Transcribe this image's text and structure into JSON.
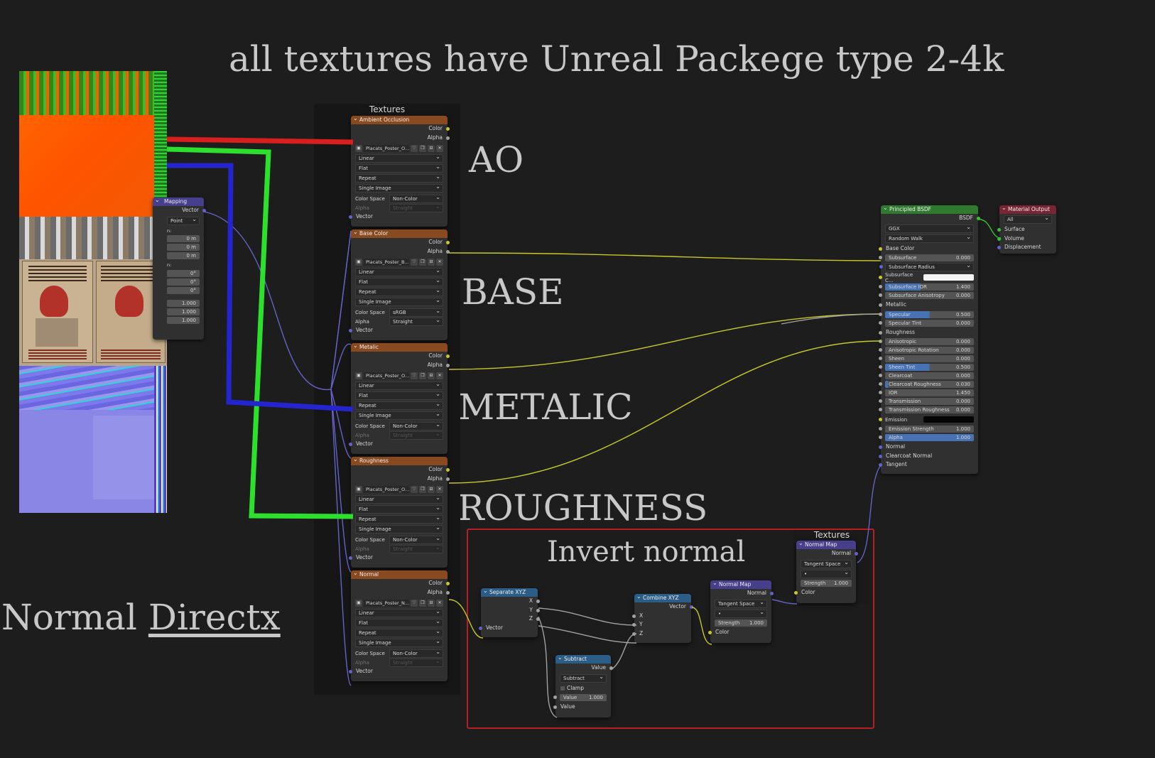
{
  "annotations": {
    "heading": "all textures have Unreal Packege type 2-4k",
    "ao": "AO",
    "base": "BASE",
    "metalic": "METALIC",
    "roughness": "ROUGHNESS",
    "invert_normal": "Invert normal",
    "normal_directx_prefix": "Normal ",
    "normal_directx_link": "Directx"
  },
  "frames": {
    "textures_main": "Textures",
    "textures_small": "Textures"
  },
  "image_nodes": [
    {
      "title": "Ambient Occlusion",
      "image": "Placats_Poster_O...",
      "interp": "Linear",
      "proj": "Flat",
      "ext": "Repeat",
      "source": "Single Image",
      "colorspace": "Non-Color",
      "alpha": "Straight"
    },
    {
      "title": "Base Color",
      "image": "Placats_Poster_B...",
      "interp": "Linear",
      "proj": "Flat",
      "ext": "Repeat",
      "source": "Single Image",
      "colorspace": "sRGB",
      "alpha": "Straight"
    },
    {
      "title": "Metalic",
      "image": "Placats_Poster_O...",
      "interp": "Linear",
      "proj": "Flat",
      "ext": "Repeat",
      "source": "Single Image",
      "colorspace": "Non-Color",
      "alpha": "Straight"
    },
    {
      "title": "Roughness",
      "image": "Placats_Poster_O...",
      "interp": "Linear",
      "proj": "Flat",
      "ext": "Repeat",
      "source": "Single Image",
      "colorspace": "Non-Color",
      "alpha": "Straight"
    },
    {
      "title": "Normal",
      "image": "Placats_Poster_N...",
      "interp": "Linear",
      "proj": "Flat",
      "ext": "Repeat",
      "source": "Single Image",
      "colorspace": "Non-Color",
      "alpha": "Straight"
    }
  ],
  "socket_labels": {
    "color": "Color",
    "alpha": "Alpha",
    "vector": "Vector",
    "colorspace": "Color Space",
    "alpha_label": "Alpha"
  },
  "mapping_node": {
    "title": "Mapping",
    "vector_out": "Vector",
    "type": "Point",
    "loc": [
      "0 m",
      "0 m",
      "0 m"
    ],
    "rot": [
      "0°",
      "0°",
      "0°"
    ],
    "scale": [
      "1.000",
      "1.000",
      "1.000"
    ],
    "lbl_loc": "n:",
    "lbl_rot": "n:"
  },
  "principled": {
    "title": "Principled BSDF",
    "out": "BSDF",
    "dist": "GGX",
    "sss_method": "Random Walk",
    "rows": [
      {
        "label": "Base Color",
        "type": "socket"
      },
      {
        "label": "Subsurface",
        "value": "0.000",
        "type": "field"
      },
      {
        "label": "Subsurface Radius",
        "type": "dropdown"
      },
      {
        "label": "Subsurface C...",
        "type": "color"
      },
      {
        "label": "Subsurface IOR",
        "value": "1.400",
        "type": "field",
        "fill": "40%"
      },
      {
        "label": "Subsurface Anisotropy",
        "value": "0.000",
        "type": "field"
      },
      {
        "label": "Metallic",
        "type": "socket"
      },
      {
        "label": "Specular",
        "value": "0.500",
        "type": "field",
        "fill": "50%"
      },
      {
        "label": "Specular Tint",
        "value": "0.000",
        "type": "field"
      },
      {
        "label": "Roughness",
        "type": "socket"
      },
      {
        "label": "Anisotropic",
        "value": "0.000",
        "type": "field"
      },
      {
        "label": "Anisotropic Rotation",
        "value": "0.000",
        "type": "field"
      },
      {
        "label": "Sheen",
        "value": "0.000",
        "type": "field"
      },
      {
        "label": "Sheen Tint",
        "value": "0.500",
        "type": "field",
        "fill": "50%"
      },
      {
        "label": "Clearcoat",
        "value": "0.000",
        "type": "field"
      },
      {
        "label": "Clearcoat Roughness",
        "value": "0.030",
        "type": "field",
        "fill": "3%"
      },
      {
        "label": "IOR",
        "value": "1.450",
        "type": "field"
      },
      {
        "label": "Transmission",
        "value": "0.000",
        "type": "field"
      },
      {
        "label": "Transmission Roughness",
        "value": "0.000",
        "type": "field"
      },
      {
        "label": "Emission",
        "type": "blackcolor"
      },
      {
        "label": "Emission Strength",
        "value": "1.000",
        "type": "field"
      },
      {
        "label": "Alpha",
        "value": "1.000",
        "type": "field",
        "fill": "100%"
      },
      {
        "label": "Normal",
        "type": "socket"
      },
      {
        "label": "Clearcoat Normal",
        "type": "socket"
      },
      {
        "label": "Tangent",
        "type": "socket"
      }
    ]
  },
  "material_output": {
    "title": "Material Output",
    "target": "All",
    "surface": "Surface",
    "volume": "Volume",
    "displacement": "Displacement"
  },
  "separate_xyz": {
    "title": "Separate XYZ",
    "x": "X",
    "y": "Y",
    "z": "Z",
    "vector": "Vector"
  },
  "combine_xyz": {
    "title": "Combine XYZ",
    "vector": "Vector",
    "x": "X",
    "y": "Y",
    "z": "Z"
  },
  "subtract": {
    "title": "Subtract",
    "value_out": "Value",
    "op": "Subtract",
    "clamp": "Clamp",
    "value_label": "Value",
    "value": "1.000",
    "value_in": "Value"
  },
  "normal_map_1": {
    "title": "Normal Map",
    "normal": "Normal",
    "space": "Tangent Space",
    "uv": "•",
    "strength_label": "Strength",
    "strength": "1.000",
    "color": "Color"
  },
  "normal_map_2": {
    "title": "Normal Map",
    "normal": "Normal",
    "space": "Tangent Space",
    "uv": "•",
    "strength_label": "Strength",
    "strength": "1.000",
    "color": "Color"
  },
  "colors": {
    "red_wire": "#d81e1e",
    "green_wire": "#2ee02e",
    "blue_wire": "#2525d0",
    "frame_red": "#b62020"
  }
}
